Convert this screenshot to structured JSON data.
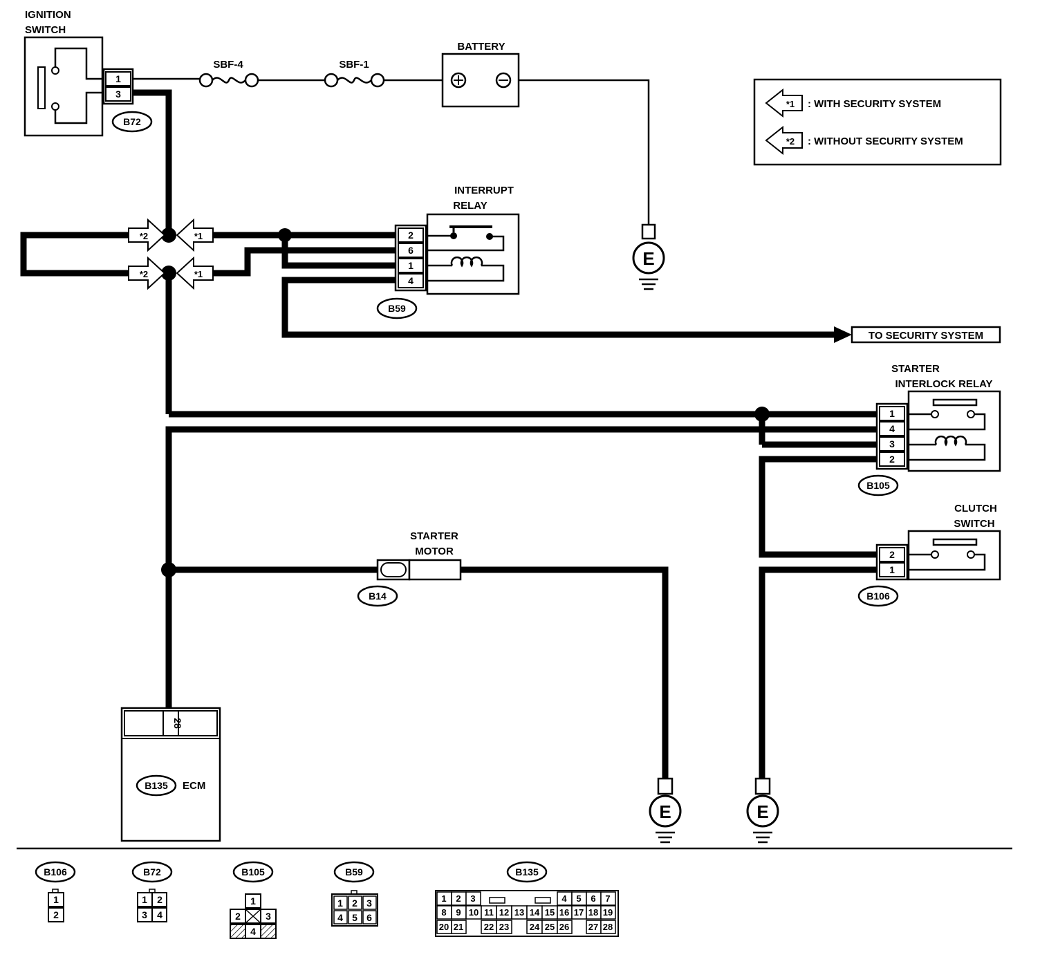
{
  "components": {
    "ignition_switch": {
      "label_line1": "IGNITION",
      "label_line2": "SWITCH",
      "connector": "B72",
      "pins": [
        "1",
        "3"
      ]
    },
    "fuse_sbf4": {
      "label": "SBF-4"
    },
    "fuse_sbf1": {
      "label": "SBF-1"
    },
    "battery": {
      "label": "BATTERY"
    },
    "interrupt_relay": {
      "label_line1": "INTERRUPT",
      "label_line2": "RELAY",
      "connector": "B59",
      "pins": [
        "2",
        "6",
        "1",
        "4"
      ]
    },
    "starter_interlock_relay": {
      "label_line1": "STARTER",
      "label_line2": "INTERLOCK RELAY",
      "connector": "B105",
      "pins": [
        "1",
        "4",
        "3",
        "2"
      ]
    },
    "clutch_switch": {
      "label_line1": "CLUTCH",
      "label_line2": "SWITCH",
      "connector": "B106",
      "pins": [
        "2",
        "1"
      ]
    },
    "starter_motor": {
      "label_line1": "STARTER",
      "label_line2": "MOTOR",
      "connector": "B14"
    },
    "ecm": {
      "label": "ECM",
      "connector": "B135",
      "pin": "28"
    },
    "ground_symbol": "E"
  },
  "legend": {
    "items": [
      {
        "tag": "*1",
        "text": ": WITH SECURITY SYSTEM"
      },
      {
        "tag": "*2",
        "text": ": WITHOUT SECURITY SYSTEM"
      }
    ]
  },
  "markers": {
    "star1": "*1",
    "star2": "*2"
  },
  "to_security": "TO SECURITY SYSTEM",
  "connector_views": {
    "b106": {
      "name": "B106",
      "pins": [
        "1",
        "2"
      ]
    },
    "b72": {
      "name": "B72",
      "pins": [
        "1",
        "2",
        "3",
        "4"
      ]
    },
    "b105": {
      "name": "B105",
      "pins": [
        "1",
        "2",
        "3",
        "4"
      ]
    },
    "b59": {
      "name": "B59",
      "pins": [
        "1",
        "2",
        "3",
        "4",
        "5",
        "6"
      ]
    },
    "b135": {
      "name": "B135",
      "row1": [
        "1",
        "2",
        "3",
        "4",
        "5",
        "6",
        "7"
      ],
      "row2": [
        "8",
        "9",
        "10",
        "11",
        "12",
        "13",
        "14",
        "15",
        "16",
        "17",
        "18",
        "19"
      ],
      "row3": [
        "20",
        "21",
        "22",
        "23",
        "24",
        "25",
        "26",
        "27",
        "28"
      ]
    }
  }
}
